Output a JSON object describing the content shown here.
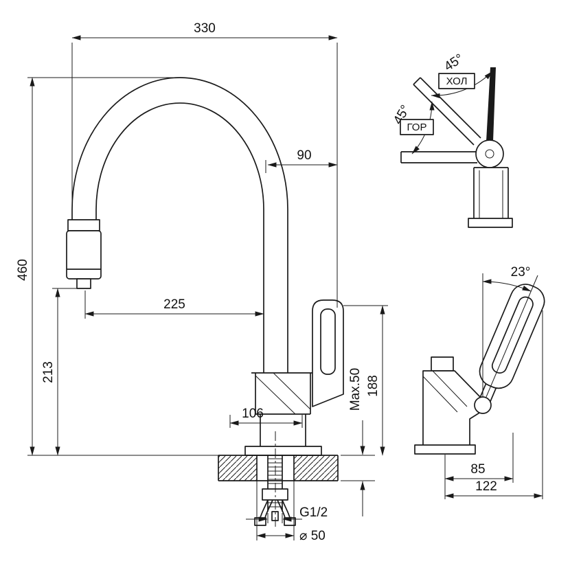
{
  "main_view": {
    "dim_spout_width": "330",
    "dim_total_height": "460",
    "dim_spray_height": "213",
    "dim_spout_reach": "225",
    "dim_right_offset": "90",
    "dim_body_offset": "106",
    "dim_counter_max": "Max.50",
    "dim_above_counter": "188",
    "thread": "G1/2",
    "hole_diameter": "⌀ 50"
  },
  "rotation_view": {
    "angle_upper": "45°",
    "angle_lower": "45°",
    "label_cold": "ХОЛ",
    "label_hot": "ГОР"
  },
  "side_view": {
    "handle_angle": "23°",
    "dim_handle_offset": "85",
    "dim_depth": "122"
  }
}
